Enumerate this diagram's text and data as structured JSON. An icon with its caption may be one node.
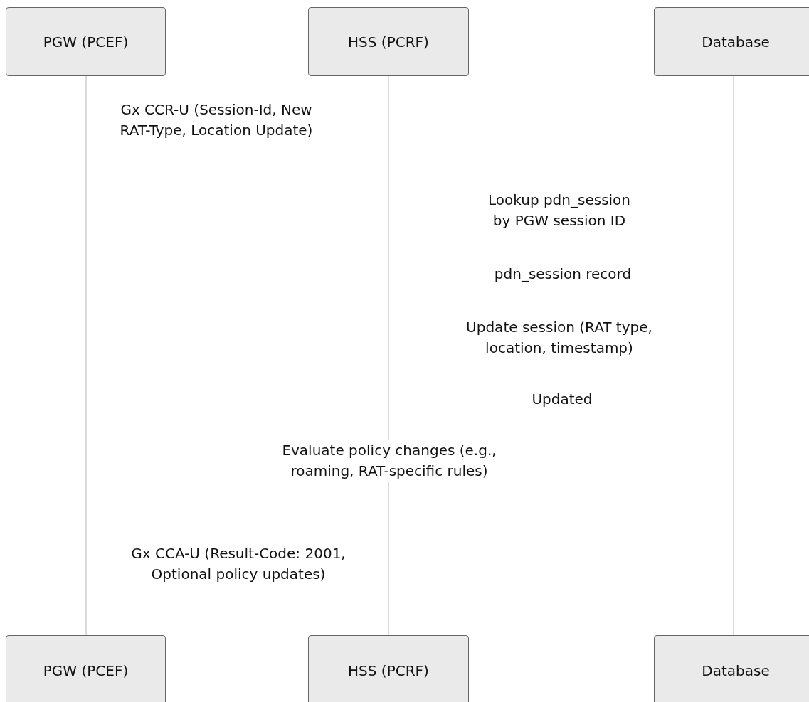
{
  "diagram": {
    "nodes": [
      {
        "text": [
          "PGW (PCEF)"
        ]
      },
      {
        "text": [
          "HSS (PCRF)"
        ]
      },
      {
        "text": [
          "Database"
        ]
      },
      {
        "text": [
          "PGW (PCEF)"
        ]
      },
      {
        "text": [
          "HSS (PCRF)"
        ]
      },
      {
        "text": [
          "Database"
        ]
      }
    ],
    "edges": [
      {
        "from": 0,
        "to": 3,
        "arrow": "none"
      },
      {
        "from": 1,
        "to": 4,
        "arrow": "none"
      },
      {
        "from": 2,
        "to": 5,
        "arrow": "none"
      }
    ],
    "labels": [
      "Gx CCR-U (Session-Id, New RAT-Type, Location Update)",
      "Lookup pdn_session by PGW session ID",
      "pdn_session record",
      "Update session (RAT type, location, timestamp)",
      "Updated",
      "Evaluate policy changes (e.g., roaming, RAT-specific rules)",
      "Gx CCA-U (Result-Code: 2001, Optional policy updates)"
    ]
  }
}
